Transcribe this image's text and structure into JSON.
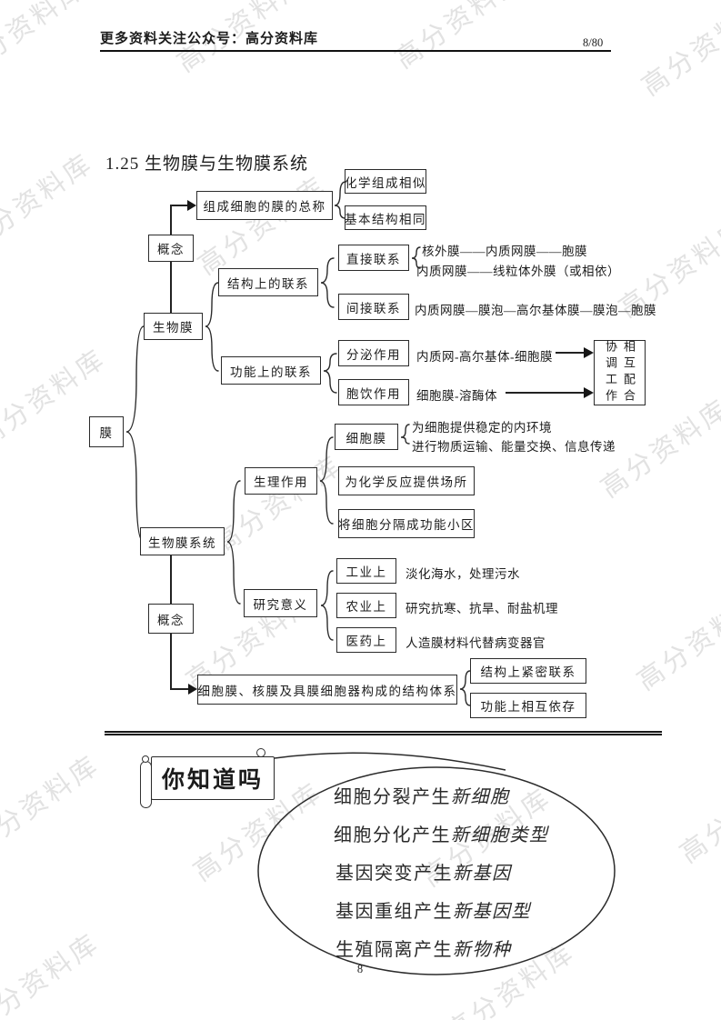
{
  "watermark": {
    "text": "高分资料库",
    "color": "#e2e2e2"
  },
  "header": {
    "promo": "更多资料关注公众号：高分资料库",
    "page_indicator": "8/80"
  },
  "title": "1.25 生物膜与生物膜系统",
  "diagram": {
    "root": "膜",
    "concept1": "概念",
    "concept2": "概念",
    "biomembrane": "生物膜",
    "biomembrane_system": "生物膜系统",
    "composition": "组成细胞的膜的总称",
    "chem_similar": "化学组成相似",
    "basic_same": "基本结构相同",
    "structural_link": "结构上的联系",
    "direct_link": "直接联系",
    "direct_line1": "核外膜——内质网膜——胞膜",
    "direct_line2": "内质网膜——线粒体外膜（或相依）",
    "indirect_link": "间接联系",
    "indirect_line": "内质网膜—膜泡—高尔基体膜—膜泡—胞膜",
    "functional_link": "功能上的联系",
    "secretion": "分泌作用",
    "secretion_path": "内质网-高尔基体-细胞膜",
    "pinocytosis": "胞饮作用",
    "pinocytosis_path": "细胞膜-溶酶体",
    "coordinate_col1": "协调工作",
    "coordinate_col2": "相互配合",
    "physiology": "生理作用",
    "cell_membrane": "细胞膜",
    "cell_membrane_line1": "为细胞提供稳定的内环境",
    "cell_membrane_line2": "进行物质运输、能量交换、信息传递",
    "chemical_site": "为化学反应提供场所",
    "compartment": "将细胞分隔成功能小区",
    "research": "研究意义",
    "industry": "工业上",
    "industry_desc": "淡化海水，处理污水",
    "agriculture": "农业上",
    "agriculture_desc": "研究抗寒、抗旱、耐盐机理",
    "medicine": "医药上",
    "medicine_desc": "人造膜材料代替病变器官",
    "system_definition": "细胞膜、核膜及具膜细胞器构成的结构体系",
    "tight_structure": "结构上紧密联系",
    "interdependent": "功能上相互依存"
  },
  "know": {
    "banner": "你知道吗",
    "facts": [
      {
        "prefix": "细胞分裂产生",
        "em": "新细胞"
      },
      {
        "prefix": "细胞分化产生",
        "em": "新细胞类型"
      },
      {
        "prefix": "基因突变产生",
        "em": "新基因"
      },
      {
        "prefix": "基因重组产生",
        "em": "新基因型"
      },
      {
        "prefix": "生殖隔离产生",
        "em": "新物种"
      }
    ]
  },
  "footer": {
    "page_number": "8"
  }
}
